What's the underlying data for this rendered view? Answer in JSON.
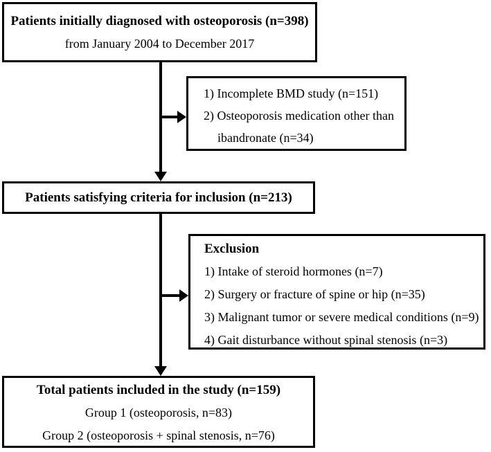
{
  "flowchart": {
    "box_initial": {
      "title": "Patients initially diagnosed with osteoporosis (n=398)",
      "period": "from January 2004 to December 2017"
    },
    "box_exclusion1": {
      "lines": [
        "1) Incomplete BMD study (n=151)",
        "2) Osteoporosis medication other than",
        "ibandronate (n=34)"
      ]
    },
    "box_inclusion": {
      "title": "Patients satisfying criteria for inclusion (n=213)"
    },
    "box_exclusion2": {
      "heading": "Exclusion",
      "items": [
        "1) Intake of steroid hormones (n=7)",
        "2) Surgery or fracture of spine or hip (n=35)",
        "3) Malignant tumor or severe medical conditions (n=9)",
        "4) Gait disturbance without spinal stenosis (n=3)"
      ]
    },
    "box_total": {
      "title": "Total patients included in the study (n=159)",
      "group1": "Group 1 (osteoporosis, n=83)",
      "group2": "Group 2 (osteoporosis + spinal stenosis, n=76)"
    },
    "colors": {
      "background": "#ffffff",
      "border": "#000000",
      "text": "#000000"
    }
  }
}
